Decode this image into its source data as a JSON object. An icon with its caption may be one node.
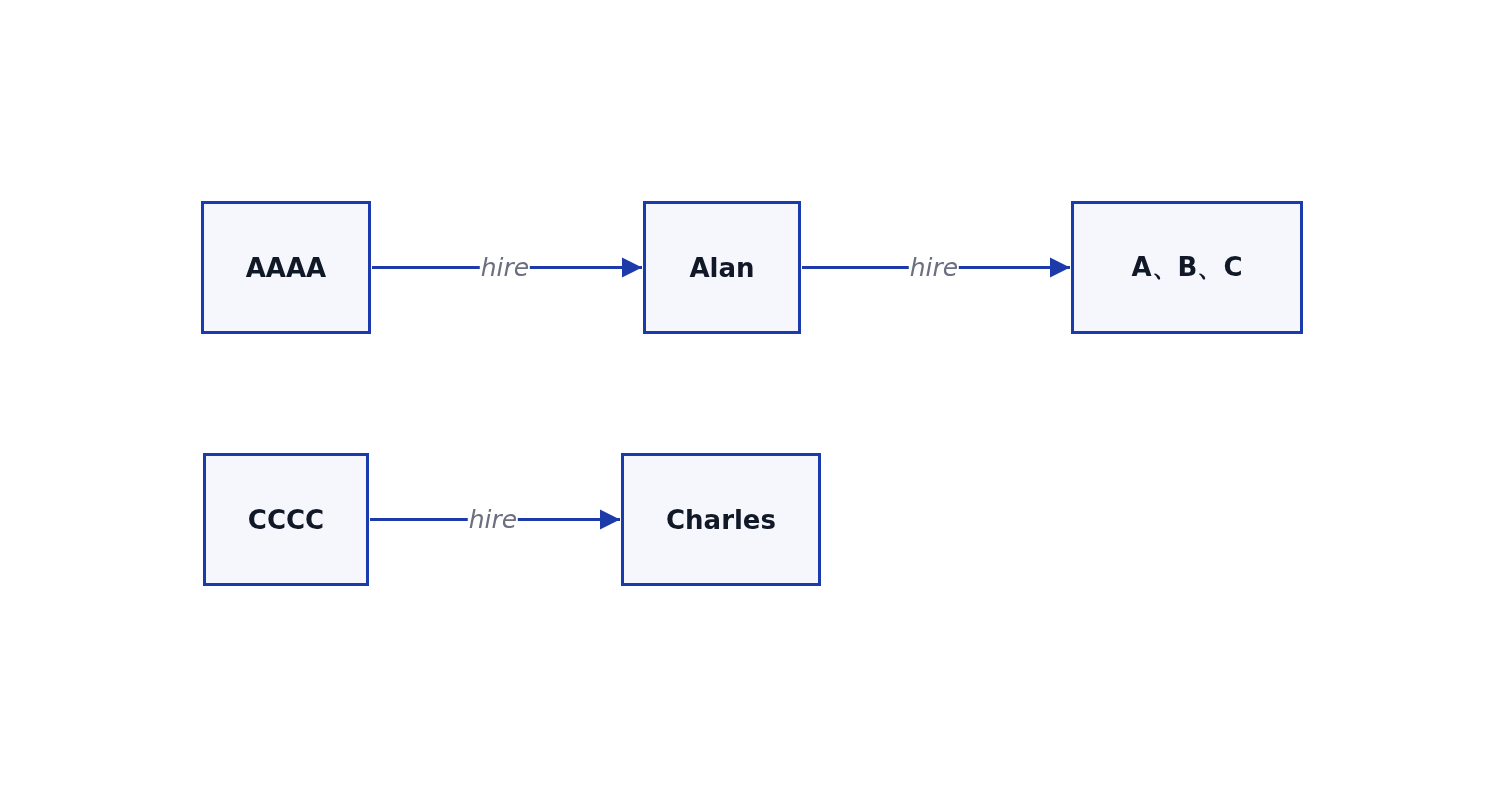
{
  "diagram": {
    "nodes": [
      {
        "text": [
          "AAAA"
        ]
      },
      {
        "text": [
          "Alan"
        ]
      },
      {
        "text": [
          "A、B、C"
        ]
      },
      {
        "text": [
          "CCCC"
        ]
      },
      {
        "text": [
          "Charles"
        ]
      }
    ],
    "edges": [
      {
        "from": 0,
        "to": 1,
        "arrow": "to",
        "label": "hire"
      },
      {
        "from": 1,
        "to": 2,
        "arrow": "to",
        "label": "hire"
      },
      {
        "from": 3,
        "to": 4,
        "arrow": "to",
        "label": "hire"
      }
    ]
  }
}
